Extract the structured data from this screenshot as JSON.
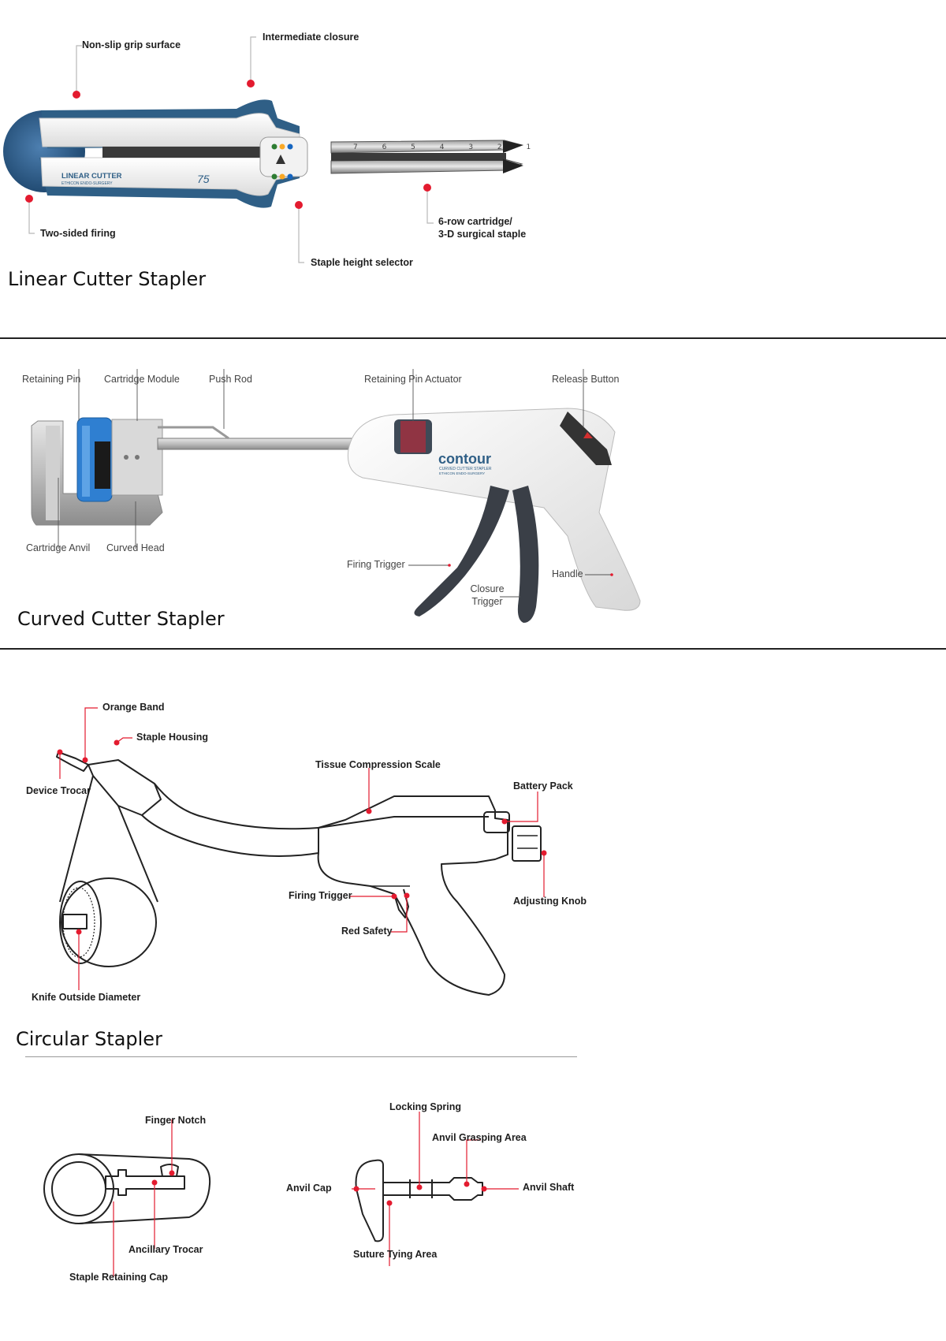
{
  "colors": {
    "callout_dot": "#e31b2f",
    "callout_line": "#b8b8b8",
    "blue_body": "#2f5f86",
    "light_line": "#666666"
  },
  "linear": {
    "title": "Linear Cutter Stapler",
    "body_text": "LINEAR CUTTER",
    "body_subtext": "ETHICON ENDO-SURGERY",
    "body_number": "75",
    "scale_numbers": "7 6 5 4 3 2 1",
    "labels": {
      "grip": "Non-slip grip surface",
      "closure": "Intermediate closure",
      "firing": "Two-sided firing",
      "cartridge": "6-row cartridge/\n3-D surgical staple",
      "height": "Staple height selector"
    }
  },
  "curved": {
    "title": "Curved Cutter Stapler",
    "brand": "contour",
    "brand_sub": "CURVED CUTTER STAPLER",
    "brand_sub2": "ETHICON ENDO-SURGERY",
    "labels": {
      "pin": "Retaining Pin",
      "module": "Cartridge Module",
      "pushrod": "Push Rod",
      "actuator": "Retaining Pin Actuator",
      "release": "Release Button",
      "anvil": "Cartridge Anvil",
      "head": "Curved Head",
      "firing": "Firing Trigger",
      "closure": "Closure\nTrigger",
      "handle": "Handle"
    }
  },
  "circular": {
    "title": "Circular Stapler",
    "labels": {
      "orange": "Orange Band",
      "housing": "Staple Housing",
      "trocar": "Device Trocar",
      "compression": "Tissue Compression Scale",
      "battery": "Battery Pack",
      "adjusting": "Adjusting Knob",
      "firing": "Firing Trigger",
      "safety": "Red Safety",
      "knife": "Knife Outside Diameter"
    }
  },
  "accessories": {
    "labels": {
      "notch": "Finger Notch",
      "ancillary": "Ancillary Trocar",
      "cap_retaining": "Staple Retaining Cap",
      "locking": "Locking Spring",
      "grasping": "Anvil Grasping Area",
      "anvil_cap": "Anvil Cap",
      "anvil_shaft": "Anvil Shaft",
      "suture": "Suture Tying Area"
    }
  }
}
